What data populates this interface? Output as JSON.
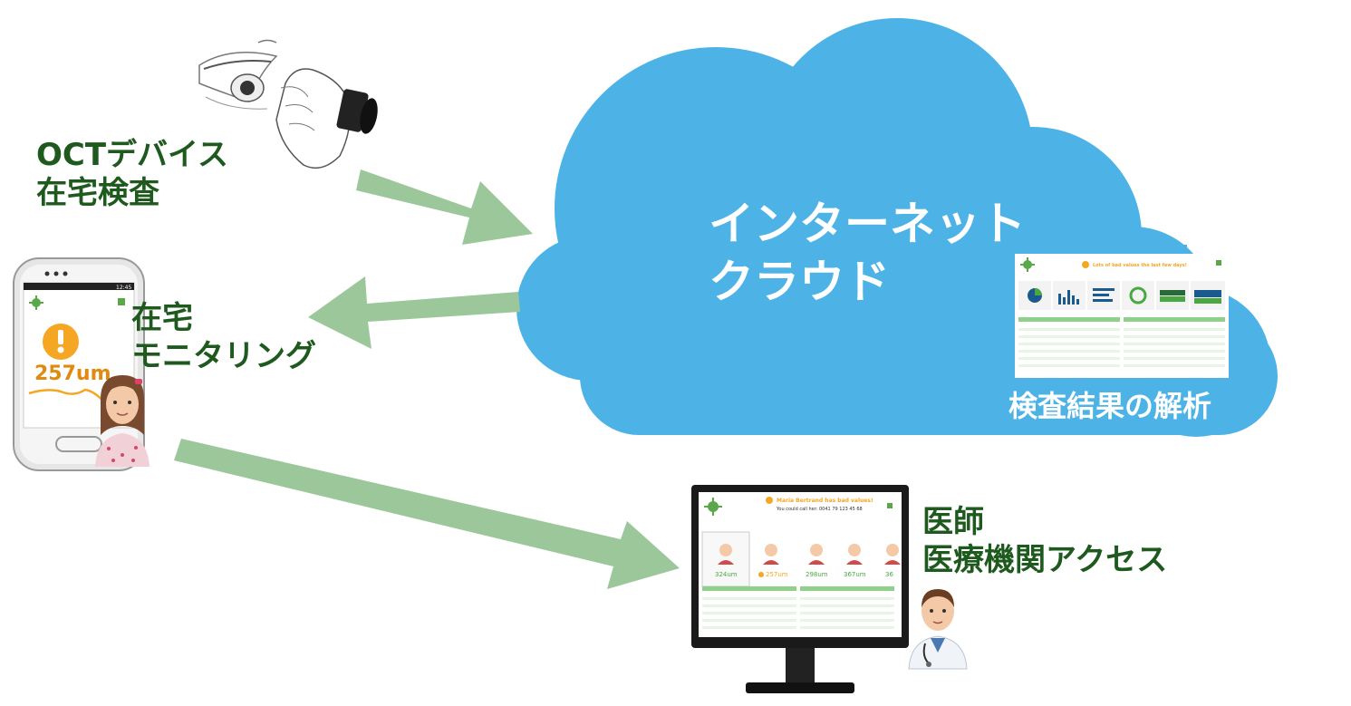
{
  "labels": {
    "oct_line1": "OCTデバイス",
    "oct_line2": "在宅検査",
    "home_line1": "在宅",
    "home_line2": "モニタリング",
    "doctor_line1": "医師",
    "doctor_line2": "医療機関アクセス",
    "cloud_line1": "インターネット",
    "cloud_line2": "クラウド",
    "cloud_caption": "検査結果の解析"
  },
  "phone": {
    "reading": "257um",
    "time": "12:45"
  },
  "dashboard": {
    "alert": "Lots of bad values the last few days!"
  },
  "monitor": {
    "alert_line1": "Maria Bertrand has bad values!",
    "alert_line2": "You could call her: 0041 79 123 45 68",
    "patients": [
      "324um",
      "257um",
      "298um",
      "367um",
      "36"
    ]
  },
  "colors": {
    "cloud": "#4db3e6",
    "arrow": "#9cc79a",
    "label": "#1e5a1e",
    "warning": "#f5a623"
  }
}
